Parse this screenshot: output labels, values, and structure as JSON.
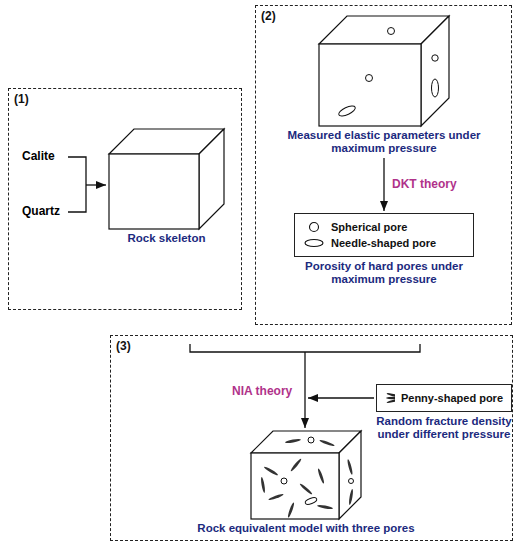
{
  "diagram": {
    "nodes": [
      {
        "text": [
          "(1)"
        ]
      },
      {
        "text": [
          "Rock skeleton"
        ],
        "in": 0
      },
      {
        "text": [
          "(2)"
        ]
      },
      {
        "text": [
          "Measured elastic parameters under maximum pressure"
        ],
        "in": 2
      },
      {
        "text": [
          "Spherical pore",
          "Needle-shaped pore",
          "Porosity of hard pores under maximum pressure"
        ],
        "in": 2
      },
      {
        "text": [
          "(3)"
        ]
      },
      {
        "text": [
          "Penny-shaped pore",
          "Random fracture density under different pressure"
        ],
        "in": 5
      },
      {
        "text": [
          "Rock equivalent model with three pores"
        ],
        "in": 5
      }
    ],
    "edges": [
      {
        "from": 3,
        "to": 4,
        "arrow": "to",
        "label": "DKT theory"
      }
    ],
    "labels": [
      "Calite",
      "Quartz",
      "NIA theory"
    ]
  }
}
